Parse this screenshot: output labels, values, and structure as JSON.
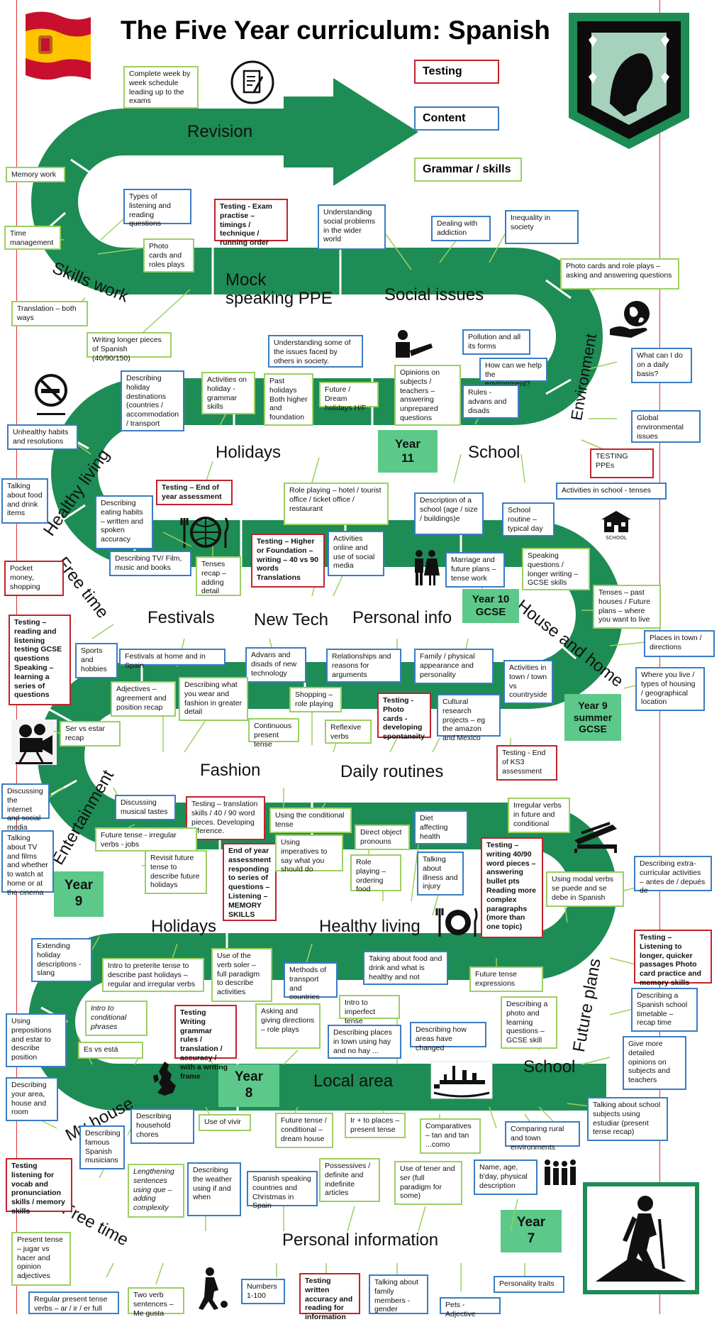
{
  "title": "The Five Year curriculum: Spanish",
  "legend": {
    "testing": "Testing",
    "content": "Content",
    "grammar": "Grammar / skills"
  },
  "colors": {
    "road": "#1e8c55",
    "year_badge": "#5cc98a",
    "content": "#3a7cc2",
    "grammar": "#9ccf62",
    "testing": "#c0232b"
  },
  "segments": {
    "revision": "Revision",
    "skills_work": "Skills work",
    "mock": "Mock\nspeaking PPE",
    "social": "Social issues",
    "environment": "Environment",
    "school11": "School",
    "holidays11": "Holidays",
    "healthy_living": "Healthy living",
    "free_time10": "Free time",
    "festivals": "Festivals",
    "new_tech": "New Tech",
    "personal_info10": "Personal info",
    "house_home": "House and home",
    "fashion": "Fashion",
    "daily_routines": "Daily routines",
    "entertainment": "Entertainment",
    "holidays9": "Holidays",
    "healthy_living9": "Healthy living",
    "future_plans": "Future plans",
    "school8": "School",
    "local_area": "Local area",
    "my_house": "My house",
    "free_time7": "Free time",
    "personal_information": "Personal information"
  },
  "years": {
    "y11": "Year\n11",
    "y10": "Year 10\nGCSE",
    "y9s": "Year 9\nsummer\nGCSE",
    "y9": "Year\n9",
    "y8": "Year\n8",
    "y7": "Year\n7"
  },
  "boxes": {
    "b1": "Complete week by week schedule leading up to the exams",
    "b2": "Memory work",
    "b3": "Types of listening and reading questions",
    "b4": "Testing - Exam practise – timings / technique / running order",
    "b5": "Understanding social problems in the wider world",
    "b6": "Dealing with addiction",
    "b7": "Inequality in society",
    "b8": "Time management",
    "b9": "Photo cards and roles plays",
    "b10": "Photo cards and role plays – asking and answering questions",
    "b11": "Translation – both ways",
    "b12": "Writing longer pieces of Spanish (40/90/150)",
    "b13": "Understanding some of the issues faced by others in society.",
    "b14": "Pollution and all its forms",
    "b15": "What can I do on a daily basis?",
    "b16": "How can we help the environment?",
    "b17": "Describing holiday destinations (countries / accommodation / transport",
    "b18": "Activities on holiday - grammar skills",
    "b19": "Past holidays Both higher and foundation",
    "b20": "Future / Dream holidays H/F",
    "b21": "Opinions on subjects / teachers – answering unprepared questions",
    "b22": "Rules - advans and disads",
    "b23": "Global environmental issues",
    "b24": "Unhealthy habits and resolutions",
    "b25": "TESTING PPEs",
    "b26": "Activities in school - tenses",
    "b27": "Talking about food and drink items",
    "b28": "Describing eating habits – written and spoken accuracy",
    "b29": "Testing – End of year assessment",
    "b30": "Role playing – hotel / tourist office / ticket office / restaurant",
    "b31": "Description of a school (age / size / buildings)e",
    "b32": "School routine – typical day",
    "b33": "Describing TV/ Film, music and books",
    "b34": "Testing – Higher or Foundation – writing – 40 vs 90 words Translations",
    "b35": "Activities online and use of social media",
    "b36": "Marriage and future plans – tense work",
    "b37": "Speaking questions / longer writing – GCSE skills",
    "b38": "Pocket money, shopping",
    "b39": "Tenses recap – adding detail",
    "b40": "Tenses – past houses / Future plans – where you want to live",
    "b41": "Testing – reading and listening testing GCSE questions Speaking – learning a series of questions",
    "b42": "Places in town / directions",
    "b43": "Sports and hobbies",
    "b44": "Festivals at home and in Spain",
    "b45": "Advans and disads of new technology",
    "b46": "Relationships and reasons for arguments",
    "b47": "Family / physical appearance and personality",
    "b48": "Activities in town / town vs countryside",
    "b49": "Where you live / types of housing / geographical location",
    "b50": "Adjectives – agreement and position recap",
    "b51": "Describing what you wear and fashion in greater detail",
    "b52": "Shopping – role playing",
    "b53": "Testing - Photo cards - developing spontaneity",
    "b54": "Cultural research projects – eg the amazon and Mexico",
    "b55": "Ser vs estar recap",
    "b56": "Continuous present tense",
    "b57": "Reflexive verbs",
    "b58": "Testing - End of KS3 assessment",
    "b59": "Discussing the internet and social media",
    "b60": "Discussing musical tastes",
    "b61": "Testing – translation skills / 40 / 90 word pieces. Developing inference.",
    "b62": "Using the conditional tense",
    "b63": "Diet affecting health",
    "b64": "Irregular verbs in future and conditional",
    "b65": "Talking about TV and films and whether to watch at home or at the cinema",
    "b66": "Future tense - irregular verbs - jobs",
    "b67": "Revisit future tense to describe future holidays",
    "b68": "End of year assessment responding to series of questions – Listening – MEMORY SKILLS",
    "b69": "Using imperatives to say what you should do",
    "b70": "Direct object pronouns",
    "b71": "Role playing – ordering food",
    "b72": "Talking about illness and injury",
    "b73": "Testing – writing 40/90 word pieces – answering bullet pts Reading more complex paragraphs (more than one topic)",
    "b74": "Using modal verbs se puede and se debe in Spanish",
    "b75": "Describing extra-curricular activities – antes de / depués de",
    "b76": "Extending holiday descriptions - slang",
    "b77": "Intro to preterite tense to describe past holidays – regular and irregular verbs",
    "b78": "Use of the verb soler – full paradigm to describe activities",
    "b79": "Methods of transport and countries",
    "b80": "Taking about food and drink and what is healthy and not",
    "b81": "Future tense expressions",
    "b82": "Testing – Listening to longer, quicker passages Photo card practice and memory skills",
    "b83": "Intro to conditional phrases",
    "b84": "Testing Writing grammar rules / translation / accuracy / with a writing frame",
    "b85": "Asking and giving directions – role plays",
    "b86": "Intro to imperfect tense",
    "b87": "Describing a photo and learning questions – GCSE skill",
    "b88": "Describing a Spanish school timetable – recap time",
    "b89": "Using prepositions and estar to describe position",
    "b90": "Es vs está",
    "b91": "Describing places in town using hay and no hay ...",
    "b92": "Describing how areas have changed",
    "b93": "Give more detailed opinions on subjects and teachers",
    "b94": "Describing your area, house and room",
    "b95": "Describing household chores",
    "b96": "Use of vivir",
    "b97": "Future tense / conditional – dream house",
    "b98": "Ir + to places – present tense",
    "b99": "Comparatives – tan and tan ...como",
    "b100": "Comparing rural and town environments",
    "b101": "Talking about school subjects using estudiar (present tense recap)",
    "b102": "Describing famous Spanish musicians",
    "b103": "Testing listening for vocab and pronunciation skills / memory skills",
    "b104": "Lengthening sentences using que – adding complexity",
    "b105": "Describing the weather using if and when",
    "b106": "Spanish speaking countries and Christmas in Spain",
    "b107": "Possessives / definite and indefinite articles",
    "b108": "Use of tener and ser (full paradigm for some)",
    "b109": "Name, age, b'day, physical description",
    "b110": "Present tense – jugar vs hacer and opinion adjectives",
    "b111": "Regular present tense verbs – ar / ir / er full",
    "b112": "Two verb sentences – Me gusta",
    "b113": "Numbers 1-100",
    "b114": "Testing written accuracy and reading for information",
    "b115": "Talking about family members - gender",
    "b116": "Pets - Adjective",
    "b117": "Personality traits"
  }
}
